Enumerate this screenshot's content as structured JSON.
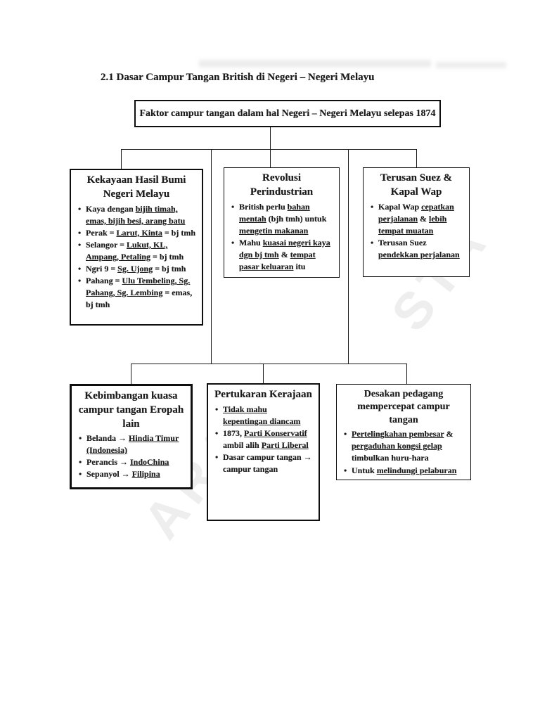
{
  "page": {
    "title": "2.1 Dasar Campur Tangan British di Negeri – Negeri Melayu"
  },
  "root_box": {
    "label": "Faktor campur tangan dalam hal Negeri – Negeri Melayu selepas 1874"
  },
  "boxes": {
    "kekayaan": {
      "title": "Kekayaan Hasil Bumi Negeri Melayu",
      "bullets": [
        "Kaya dengan <u>bijih timah, emas, bijih besi, arang batu</u>",
        "Perak = <u>Larut, Kinta</u> = bj tmh",
        "Selangor = <u>Lukut, KL, Ampang, Petaling</u> = bj tmh",
        "Ngri 9 = <u>Sg. Ujong</u> = bj tmh",
        "Pahang = <u>Ulu Tembeling, Sg. Pahang, Sg. Lembing</u> = emas, bj tmh"
      ]
    },
    "revolusi": {
      "title": "Revolusi Perindustrian",
      "bullets": [
        "British perlu <u>bahan mentah</u> (bjh tmh) untuk <u>mengetin makanan</u>",
        "Mahu <u>kuasai negeri kaya dgn bj tmh</u> & <u>tempat pasar keluaran</u> itu"
      ]
    },
    "terusan": {
      "title": "Terusan Suez & Kapal Wap",
      "bullets": [
        "Kapal Wap <u>cepatkan perjalanan</u> & <u>lebih tempat muatan</u>",
        "Terusan Suez <u>pendekkan perjalanan</u>"
      ]
    },
    "kebimbangan": {
      "title": "Kebimbangan kuasa campur tangan Eropah lain",
      "bullets": [
        "Belanda → <u>Hindia Timur (Indonesia)</u>",
        "Perancis → <u>IndoChina</u>",
        "Sepanyol → <u>Filipina</u>"
      ]
    },
    "pertukaran": {
      "title": "Pertukaran Kerajaan",
      "bullets": [
        "<u>Tidak mahu kepentingan diancam</u>",
        "1873, <u>Parti Konservatif</u> ambil alih <u>Parti Liberal</u>",
        "Dasar campur tangan → campur tangan"
      ]
    },
    "desakan": {
      "title": "Desakan pedagang mempercepat campur tangan",
      "bullets": [
        "<u>Pertelingkahan pembesar</u> & <u>pergaduhan kongsi gelap</u> timbulkan huru-hara",
        "Untuk <u>melindungi pelaburan</u>"
      ]
    }
  },
  "watermark": {
    "fragments": [
      "STA",
      "ARAM"
    ]
  }
}
